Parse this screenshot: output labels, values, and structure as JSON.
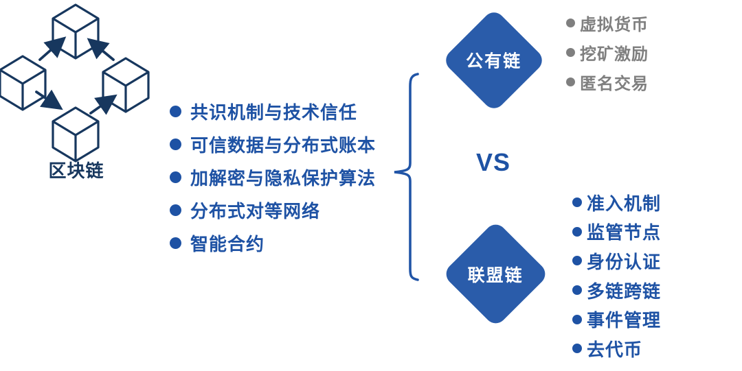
{
  "colors": {
    "icon_navy": "#17375e",
    "text_blue": "#1e52a4",
    "diamond_blue": "#2a5caa",
    "brace_blue": "#2155a7",
    "trait_gray": "#7f7f7f",
    "diamond_text_white": "#ffffff"
  },
  "blockchain": {
    "label": "区块链"
  },
  "features": {
    "items": [
      "共识机制与技术信任",
      "可信数据与分布式账本",
      "加解密与隐私保护算法",
      "分布式对等网络",
      "智能合约"
    ]
  },
  "vs": {
    "label": "VS"
  },
  "public_chain": {
    "label": "公有链",
    "traits": [
      "虚拟货币",
      "挖矿激励",
      "匿名交易"
    ]
  },
  "consortium_chain": {
    "label": "联盟链",
    "traits": [
      "准入机制",
      "监管节点",
      "身份认证",
      "多链跨链",
      "事件管理",
      "去代币"
    ]
  }
}
